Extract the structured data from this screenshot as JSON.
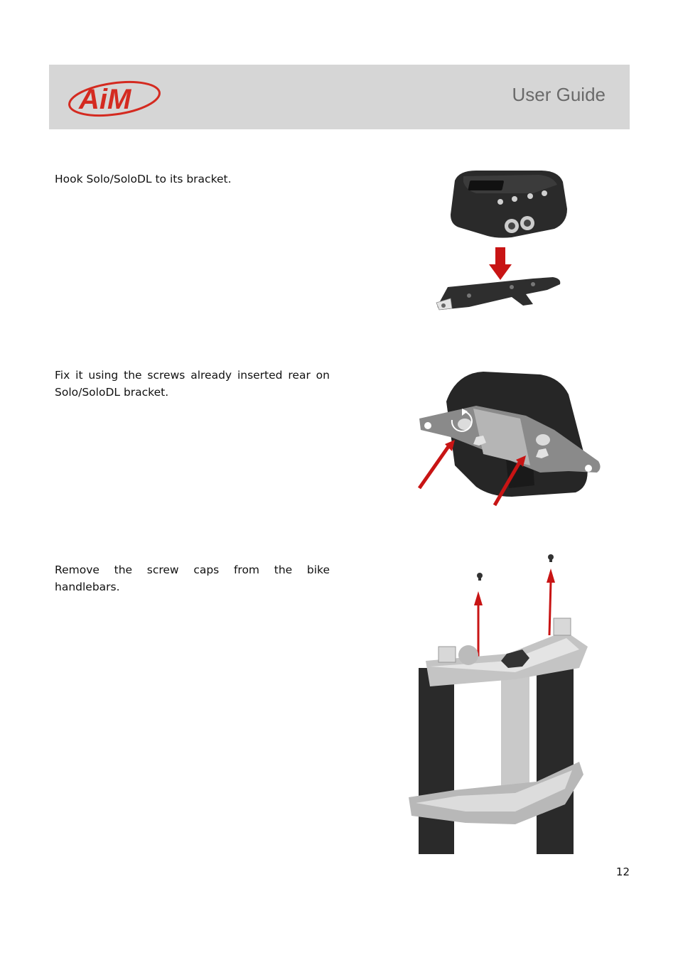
{
  "header": {
    "logo_text": "AiM",
    "title": "User Guide",
    "colors": {
      "band": "#d6d6d6",
      "logo_red": "#d42a20",
      "title_gray": "#6a6a6a"
    }
  },
  "steps": [
    {
      "text": "Hook Solo/SoloDL to its bracket.",
      "figure": "device-on-bracket-illustration"
    },
    {
      "text": "Fix it using the screws already inserted rear on Solo/SoloDL bracket.",
      "figure": "bracket-screws-illustration"
    },
    {
      "text_line1": "Remove the screw caps from the bike",
      "text_line2": "handlebars.",
      "figure": "fork-triple-clamp-illustration"
    }
  ],
  "arrow_color": "#c81414",
  "page_number": "12"
}
